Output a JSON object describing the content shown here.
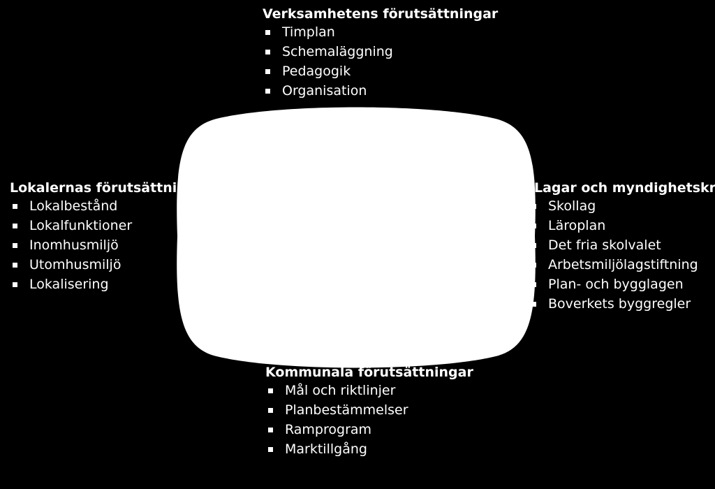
{
  "top": {
    "heading": "Verksamhetens förutsättningar",
    "items": [
      "Timplan",
      "Schemaläggning",
      "Pedagogik",
      "Organisation"
    ]
  },
  "left": {
    "heading": "Lokalernas förutsättningar",
    "items": [
      "Lokalbestånd",
      "Lokalfunktioner",
      "Inomhusmiljö",
      "Utomhusmiljö",
      "Lokalisering"
    ]
  },
  "right": {
    "heading": "Lagar och myndighetskrav",
    "items": [
      "Skollag",
      "Läroplan",
      "Det fria skolvalet",
      "Arbetsmiljölagstiftning",
      "Plan- och bygglagen",
      "Boverkets byggregler"
    ]
  },
  "bottom": {
    "heading": "Kommunala förutsättningar",
    "items": [
      "Mål och riktlinjer",
      "Planbestämmelser",
      "Ramprogram",
      "Marktillgång"
    ]
  },
  "colors": {
    "background": "#000000",
    "text": "#ffffff",
    "center_shape": "#ffffff"
  }
}
